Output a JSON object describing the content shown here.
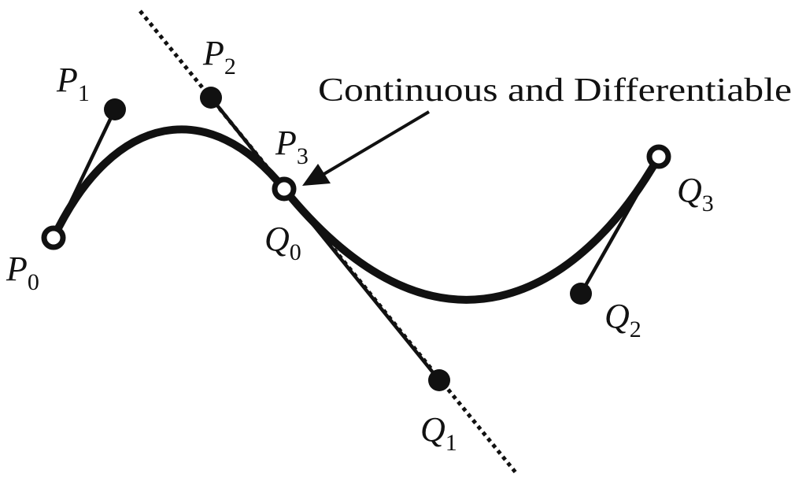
{
  "annotation": "Continuous and Differentiable",
  "labels": {
    "p0": {
      "letter": "P",
      "sub": "0"
    },
    "p1": {
      "letter": "P",
      "sub": "1"
    },
    "p2": {
      "letter": "P",
      "sub": "2"
    },
    "p3": {
      "letter": "P",
      "sub": "3"
    },
    "q0": {
      "letter": "Q",
      "sub": "0"
    },
    "q1": {
      "letter": "Q",
      "sub": "1"
    },
    "q2": {
      "letter": "Q",
      "sub": "2"
    },
    "q3": {
      "letter": "Q",
      "sub": "3"
    }
  },
  "colors": {
    "ink": "#111111",
    "background": "#ffffff"
  }
}
